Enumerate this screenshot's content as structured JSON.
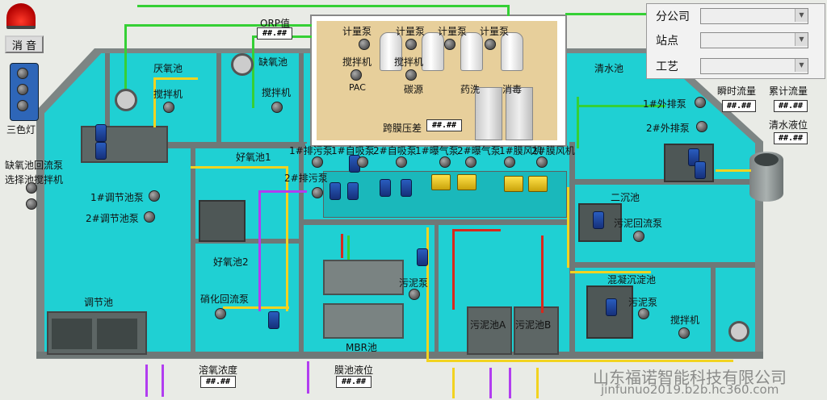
{
  "controls": {
    "mute_label": "消 音",
    "tricolor_label": "三色灯"
  },
  "left_labels": {
    "anoxic_return": "缺氧池回流泵",
    "select_mixer": "选择池搅拌机"
  },
  "filters": {
    "company_label": "分公司",
    "site_label": "站点",
    "process_label": "工艺",
    "company_value": "",
    "site_value": "",
    "process_value": ""
  },
  "tanks": {
    "anaerobic": "厌氧池",
    "anoxic": "缺氧池",
    "clear": "清水池",
    "aerobic1": "好氧池1",
    "aerobic2": "好氧池2",
    "regulate": "调节池",
    "secondary": "二沉池",
    "coag": "混凝沉淀池",
    "mbr": "MBR池",
    "sludge_a": "污泥池A",
    "sludge_b": "污泥池B"
  },
  "equipment": {
    "mixer": "搅拌机",
    "metering_pump": "计量泵",
    "pac": "PAC",
    "carbon": "碳源",
    "wash": "药洗",
    "disinfect": "消毒",
    "membrane_dp": "跨膜压差",
    "ext1": "1#外排泵",
    "ext2": "2#外排泵",
    "drain1": "1#排污泵",
    "drain2": "2#排污泵",
    "self1": "1#自吸泵",
    "self2": "2#自吸泵",
    "aer1": "1#曝气泵",
    "aer2": "2#曝气泵",
    "mfan1": "1#膜风机",
    "mfan2": "2#膜风机",
    "reg1": "1#调节池泵",
    "reg2": "2#调节池泵",
    "nitr_return": "硝化回流泵",
    "sludge_pump": "污泥泵",
    "sludge_return": "污泥回流泵",
    "sludge_pump2": "污泥泵",
    "mixer2": "搅拌机",
    "orp": "ORP值",
    "inst_flow": "瞬时流量",
    "total_flow": "累计流量",
    "clear_level": "清水液位",
    "do_conc": "溶氧浓度",
    "mbr_level": "膜池液位"
  },
  "readings": {
    "orp": "##.##",
    "membrane_dp": "##.##",
    "inst_flow": "##.##",
    "total_flow": "##.##",
    "clear_level": "##.##",
    "do_conc": "##.##",
    "mbr_level": "##.##"
  },
  "watermark": {
    "company": "山东福诺智能科技有限公司",
    "url": "jinfunuo2019.b2b.hc360.com"
  },
  "colors": {
    "water": "#1fd0d3",
    "wall": "#6f7877",
    "pipe_green": "#35d035",
    "pipe_yellow": "#f2d320",
    "pipe_red": "#d8281c",
    "pipe_purple": "#b23df0"
  }
}
